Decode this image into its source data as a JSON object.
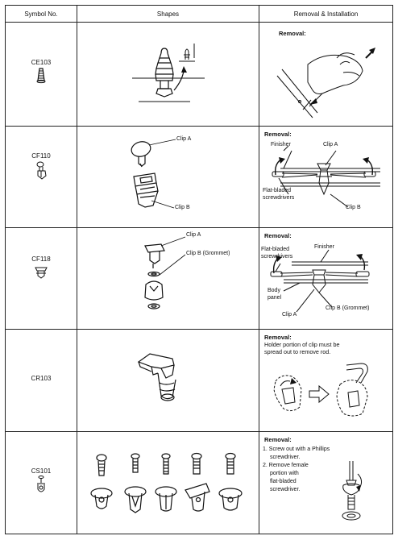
{
  "header": {
    "symbol": "Symbol No.",
    "shapes": "Shapes",
    "removal": "Removal & Installation"
  },
  "rows": [
    {
      "symbol": "CE103",
      "removal_title": "Removal:"
    },
    {
      "symbol": "CF110",
      "clip_a": "Clip A",
      "clip_b": "Clip B",
      "removal_title": "Removal:",
      "finisher": "Finisher",
      "clip_a_r": "Clip A",
      "screwdrivers_1": "Flat-bladed",
      "screwdrivers_2": "screwdrivers",
      "clip_b_r": "Clip B"
    },
    {
      "symbol": "CF118",
      "clip_a": "Clip A",
      "clip_b": "Clip B (Grommet)",
      "removal_title": "Removal:",
      "screwdrivers_1": "Flat-bladed",
      "screwdrivers_2": "screwdrivers",
      "finisher": "Finisher",
      "body_1": "Body",
      "body_2": "panel",
      "clip_a_r": "Clip A",
      "clip_b_r": "Clip B (Grommet)"
    },
    {
      "symbol": "CR103",
      "removal_title": "Removal:",
      "note_1": "Holder portion of clip must be",
      "note_2": "spread out to remove rod."
    },
    {
      "symbol": "CS101",
      "removal_title": "Removal:",
      "step1_a": "1. Screw out with a Phillips",
      "step1_b": "screwdriver.",
      "step2_a": "2. Remove female",
      "step2_b": "portion with",
      "step2_c": "flat-bladed",
      "step2_d": "screwdriver."
    }
  ]
}
